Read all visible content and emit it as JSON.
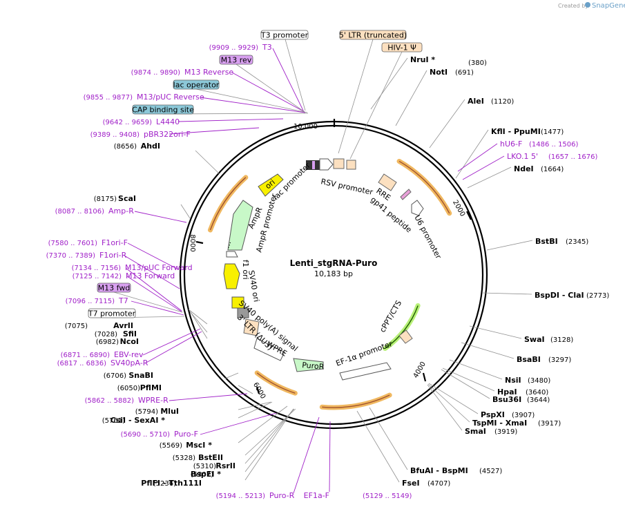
{
  "credit": {
    "created_by": "Created by",
    "brand": "SnapGene"
  },
  "plasmid": {
    "name": "Lenti_stgRNA-Puro",
    "size": "10,183 bp"
  },
  "ticks": [
    "10,000",
    "2000",
    "4000",
    "6000",
    "8000"
  ],
  "enzymes": [
    {
      "name": "NruI *",
      "pos": "(380)"
    },
    {
      "name": "NotI",
      "pos": "(691)"
    },
    {
      "name": "AleI",
      "pos": "(1120)"
    },
    {
      "name": "KflI - PpuMI",
      "pos": "(1477)"
    },
    {
      "name": "NdeI",
      "pos": "(1664)"
    },
    {
      "name": "BstBI",
      "pos": "(2345)"
    },
    {
      "name": "BspDI - ClaI",
      "pos": "(2773)"
    },
    {
      "name": "SwaI",
      "pos": "(3128)"
    },
    {
      "name": "BsaBI",
      "pos": "(3297)"
    },
    {
      "name": "NsiI",
      "pos": "(3480)"
    },
    {
      "name": "HpaI",
      "pos": "(3640)"
    },
    {
      "name": "Bsu36I",
      "pos": "(3644)"
    },
    {
      "name": "PspXI",
      "pos": "(3907)"
    },
    {
      "name": "TspMI - XmaI",
      "pos": "(3917)"
    },
    {
      "name": "SmaI",
      "pos": "(3919)"
    },
    {
      "name": "BfuAI - BspMI",
      "pos": "(4527)"
    },
    {
      "name": "FseI",
      "pos": "(4707)"
    },
    {
      "name": "PflFI - Tth111I",
      "pos": "(5236)"
    },
    {
      "name": "BspEI *",
      "pos": "(5307)"
    },
    {
      "name": "RsrII",
      "pos": "(5310)"
    },
    {
      "name": "BstEII",
      "pos": "(5328)"
    },
    {
      "name": "MscI *",
      "pos": "(5569)"
    },
    {
      "name": "CsiI - SexAI *",
      "pos": "(5761)"
    },
    {
      "name": "MluI",
      "pos": "(5794)"
    },
    {
      "name": "PflMI",
      "pos": "(6050)"
    },
    {
      "name": "SnaBI",
      "pos": "(6706)"
    },
    {
      "name": "NcoI",
      "pos": "(6982)"
    },
    {
      "name": "SfiI",
      "pos": "(7028)"
    },
    {
      "name": "AvrII",
      "pos": "(7075)"
    },
    {
      "name": "ScaI",
      "pos": "(8175)"
    },
    {
      "name": "AhdI",
      "pos": "(8656)"
    }
  ],
  "primers": [
    {
      "name": "T3",
      "pos": "(9909 .. 9929)"
    },
    {
      "name": "M13 Reverse",
      "pos": "(9874 .. 9890)"
    },
    {
      "name": "M13/pUC Reverse",
      "pos": "(9855 .. 9877)"
    },
    {
      "name": "L4440",
      "pos": "(9642 .. 9659)"
    },
    {
      "name": "pBR322ori-F",
      "pos": "(9389 .. 9408)"
    },
    {
      "name": "hU6-F",
      "pos": "(1486 .. 1506)"
    },
    {
      "name": "LKO.1 5'",
      "pos": "(1657 .. 1676)"
    },
    {
      "name": "Amp-R",
      "pos": "(8087 .. 8106)"
    },
    {
      "name": "F1ori-F",
      "pos": "(7580 .. 7601)"
    },
    {
      "name": "F1ori-R",
      "pos": "(7370 .. 7389)"
    },
    {
      "name": "M13/pUC Forward",
      "pos": "(7134 .. 7156)"
    },
    {
      "name": "M13 Forward",
      "pos": "(7125 .. 7142)"
    },
    {
      "name": "T7",
      "pos": "(7096 .. 7115)"
    },
    {
      "name": "EBV-rev",
      "pos": "(6871 .. 6890)"
    },
    {
      "name": "SV40pA-R",
      "pos": "(6817 .. 6836)"
    },
    {
      "name": "WPRE-R",
      "pos": "(5862 .. 5882)"
    },
    {
      "name": "Puro-F",
      "pos": "(5690 .. 5710)"
    },
    {
      "name": "Puro-R",
      "pos": "(5194 .. 5213)"
    },
    {
      "name": "EF1a-F",
      "pos": "(5129 .. 5149)"
    }
  ],
  "boxed": [
    {
      "name": "T3 promoter"
    },
    {
      "name": "M13 rev"
    },
    {
      "name": "lac operator"
    },
    {
      "name": "CAP binding site"
    },
    {
      "name": "5' LTR (truncated)"
    },
    {
      "name": "HIV-1 Ψ"
    },
    {
      "name": "M13 fwd"
    },
    {
      "name": "T7 promoter"
    }
  ],
  "inner_labels": [
    "lac promoter",
    "RSV promoter",
    "RRE",
    "gp41 peptide",
    "U6 promoter",
    "ori",
    "AmpR",
    "AmpR promoter",
    "f1 ori",
    "SV40 ori",
    "SV40 poly(A) signal",
    "3' LTR (ΔU3)",
    "WPRE",
    "PuroR",
    "EF-1α promoter",
    "cPPT/CTS",
    "..."
  ],
  "colors": {
    "primer": "#a020c8",
    "orange_arc": "#f0b860",
    "orange_arrow": "#a0522d",
    "green_arc": "#b8f078",
    "yellow": "#f8f000",
    "feature_peach": "#fce0c0",
    "boxed_blue": "#8cc8d8",
    "boxed_purple": "#d8a0f0",
    "pale_green": "#c8f8c8"
  }
}
